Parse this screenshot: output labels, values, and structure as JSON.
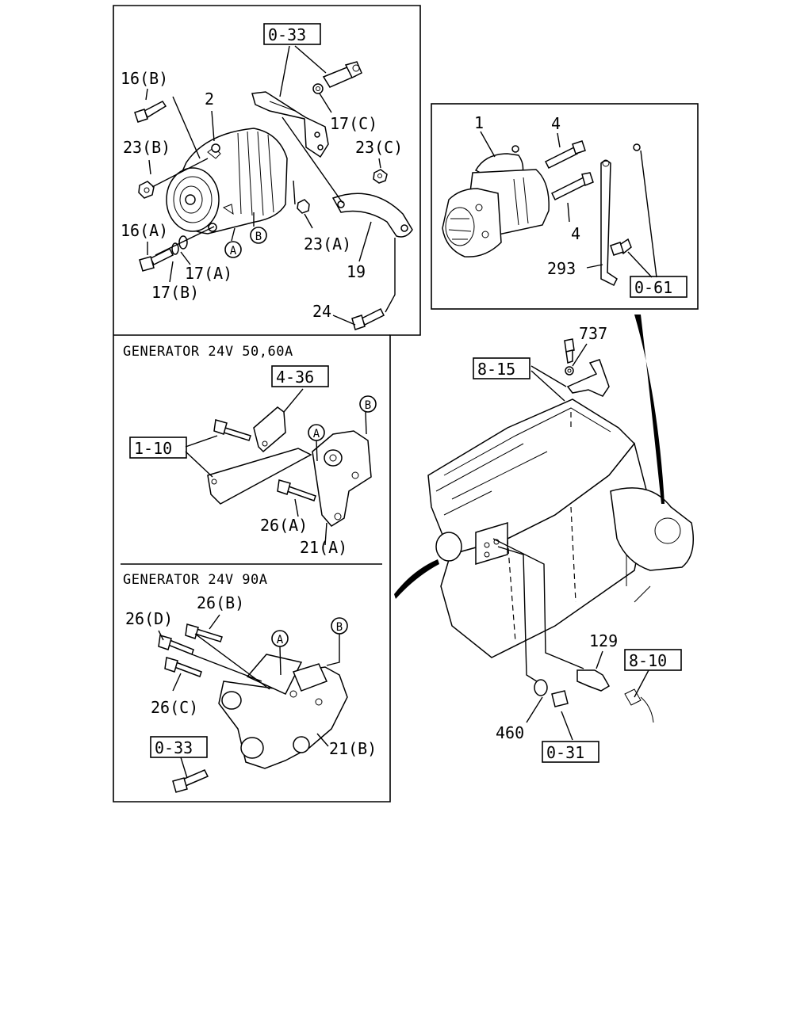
{
  "headers": {
    "gen_50_60": "GENERATOR 24V 50,60A",
    "gen_90": "GENERATOR 24V 90A"
  },
  "refs": {
    "ref_0_33_top": "0-33",
    "ref_0_61": "0-61",
    "ref_8_15": "8-15",
    "ref_4_36": "4-36",
    "ref_1_10": "1-10",
    "ref_0_33_bottom": "0-33",
    "ref_8_10": "8-10",
    "ref_0_31": "0-31"
  },
  "labels": {
    "l_16b": "16(B)",
    "l_2": "2",
    "l_17c": "17(C)",
    "l_23b": "23(B)",
    "l_23c": "23(C)",
    "l_16a": "16(A)",
    "l_23a": "23(A)",
    "l_17a": "17(A)",
    "l_17b": "17(B)",
    "l_19": "19",
    "l_24": "24",
    "l_1": "1",
    "l_4_top": "4",
    "l_4_bottom": "4",
    "l_293": "293",
    "l_737": "737",
    "l_26a": "26(A)",
    "l_21a": "21(A)",
    "l_26b": "26(B)",
    "l_26d": "26(D)",
    "l_26c": "26(C)",
    "l_21b": "21(B)",
    "l_129": "129",
    "l_460": "460"
  },
  "markers": {
    "m_a1": "A",
    "m_b1": "B",
    "m_a2": "A",
    "m_b2": "B",
    "m_a3": "A",
    "m_b3": "B"
  }
}
